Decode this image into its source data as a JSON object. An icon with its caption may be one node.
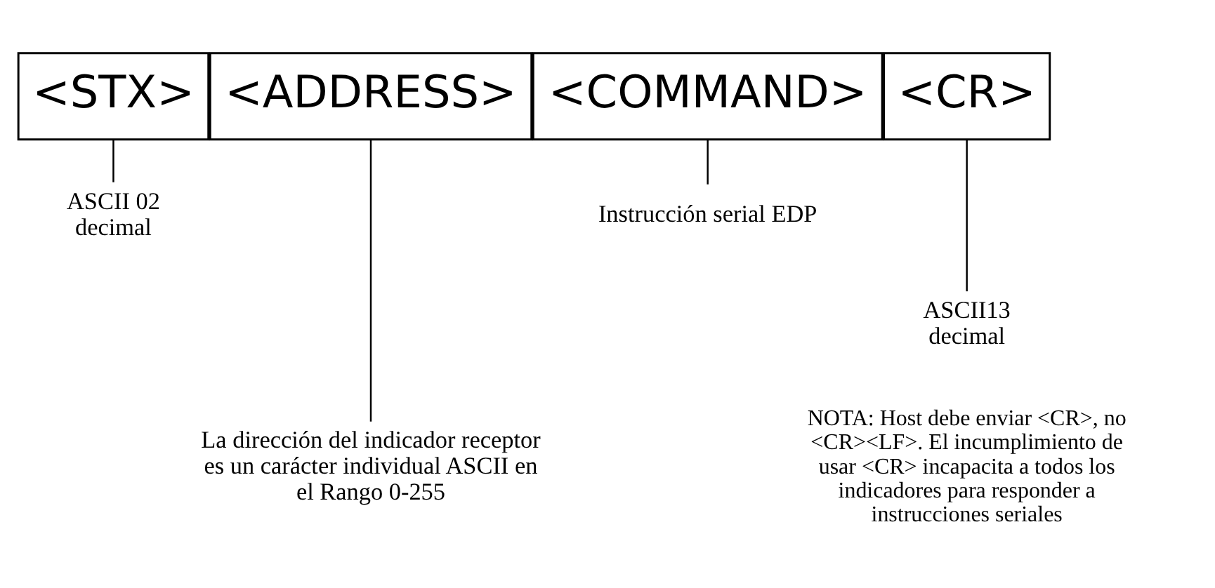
{
  "diagram": {
    "nodes": [
      {
        "text": [
          "<STX>"
        ]
      },
      {
        "text": [
          "<ADDRESS>"
        ]
      },
      {
        "text": [
          "<COMMAND>"
        ]
      },
      {
        "text": [
          "<CR>"
        ]
      },
      {
        "text": [
          "ASCII 02 decimal"
        ]
      },
      {
        "text": [
          "Instrucción serial EDP"
        ]
      },
      {
        "text": [
          "La dirección del indicador receptor es un carácter individual ASCII en el Rango 0-255"
        ]
      },
      {
        "text": [
          "ASCII13 decimal"
        ]
      }
    ],
    "edges": [
      {
        "from": 0,
        "to": 4,
        "arrow": "none"
      },
      {
        "from": 2,
        "to": 5,
        "arrow": "none"
      },
      {
        "from": 1,
        "to": 6,
        "arrow": "none"
      },
      {
        "from": 3,
        "to": 7,
        "arrow": "none"
      }
    ],
    "labels": [
      "NOTA: Host debe enviar <CR>, no <CR><LF>. El incumplimiento de usar <CR> incapacita a todos los indicadores para responder a instrucciones seriales"
    ]
  }
}
